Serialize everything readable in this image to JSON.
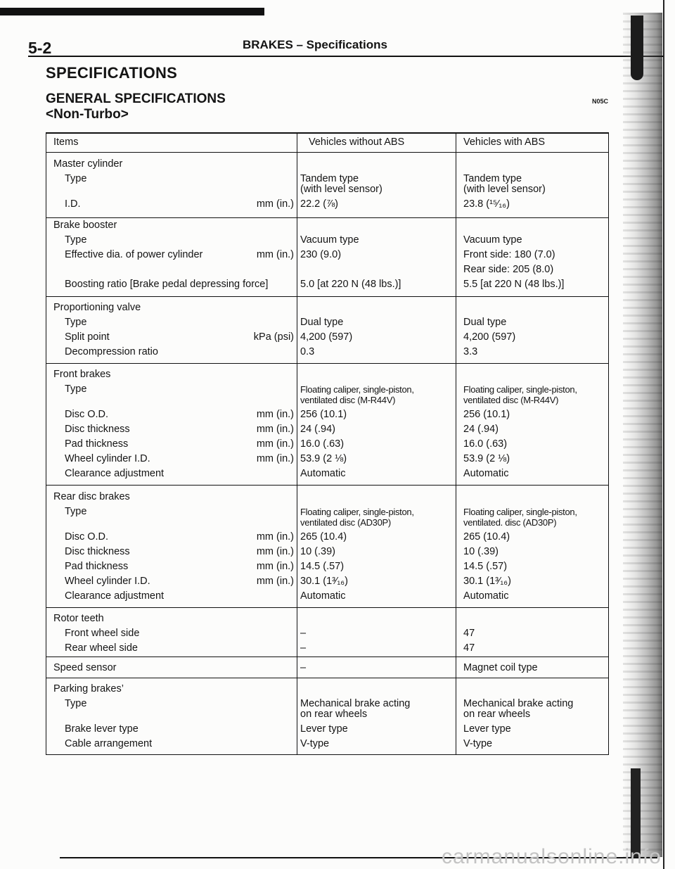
{
  "header": {
    "page_number": "5-2",
    "title": "BRAKES – Specifications"
  },
  "heading": "SPECIFICATIONS",
  "subheading": "GENERAL SPECIFICATIONS",
  "code": "N05C",
  "variant": "<Non-Turbo>",
  "table": {
    "columns": [
      "Items",
      "Vehicles without ABS",
      "Vehicles with ABS"
    ],
    "groups": [
      {
        "title": "Master cylinder",
        "rows": [
          {
            "item": "Type",
            "without_abs": [
              "Tandem type",
              "(with level sensor)"
            ],
            "with_abs": [
              "Tandem type",
              "(with level sensor)"
            ]
          },
          {
            "item": "I.D.",
            "unit": "mm (in.)",
            "without_abs": [
              "22.2 (⅞)"
            ],
            "with_abs": [
              "23.8 (¹⁵⁄₁₆)"
            ]
          }
        ]
      },
      {
        "title": "Brake booster",
        "rows": [
          {
            "item": "Type",
            "without_abs": [
              "Vacuum type"
            ],
            "with_abs": [
              "Vacuum type"
            ]
          },
          {
            "item": "Effective dia. of power cylinder",
            "unit": "mm (in.)",
            "without_abs": [
              "230 (9.0)"
            ],
            "with_abs": [
              "Front side: 180 (7.0)"
            ]
          },
          {
            "with_abs": [
              "Rear side: 205 (8.0)"
            ]
          },
          {
            "item": "Boosting ratio [Brake pedal depressing force]",
            "without_abs": [
              "5.0 [at 220 N (48 lbs.)]"
            ],
            "with_abs": [
              "5.5 [at 220 N (48 lbs.)]"
            ]
          }
        ]
      },
      {
        "title": "Proportioning valve",
        "rows": [
          {
            "item": "Type",
            "without_abs": [
              "Dual type"
            ],
            "with_abs": [
              "Dual type"
            ]
          },
          {
            "item": "Split point",
            "unit": "kPa (psi)",
            "without_abs": [
              "4,200 (597)"
            ],
            "with_abs": [
              "4,200 (597)"
            ]
          },
          {
            "item": "Decompression ratio",
            "without_abs": [
              "0.3"
            ],
            "with_abs": [
              "3.3"
            ]
          }
        ]
      },
      {
        "title": "Front brakes",
        "rows": [
          {
            "item": "Type",
            "without_abs": [
              "Floating caliper, single-piston,",
              "ventilated disc (M-R44V)"
            ],
            "with_abs": [
              "Floating caliper, single-piston,",
              "ventilated disc (M-R44V)"
            ]
          },
          {
            "item": "Disc O.D.",
            "unit": "mm (in.)",
            "without_abs": [
              "256 (10.1)"
            ],
            "with_abs": [
              "256 (10.1)"
            ]
          },
          {
            "item": "Disc thickness",
            "unit": "mm (in.)",
            "without_abs": [
              "24 (.94)"
            ],
            "with_abs": [
              "24 (.94)"
            ]
          },
          {
            "item": "Pad thickness",
            "unit": "mm (in.)",
            "without_abs": [
              "16.0 (.63)"
            ],
            "with_abs": [
              "16.0 (.63)"
            ]
          },
          {
            "item": "Wheel cylinder I.D.",
            "unit": "mm (in.)",
            "without_abs": [
              "53.9 (2 ⅛)"
            ],
            "with_abs": [
              "53.9 (2 ⅛)"
            ]
          },
          {
            "item": "Clearance adjustment",
            "without_abs": [
              "Automatic"
            ],
            "with_abs": [
              "Automatic"
            ]
          }
        ]
      },
      {
        "title": "Rear disc brakes",
        "rows": [
          {
            "item": "Type",
            "without_abs": [
              "Floating caliper, single-piston,",
              "ventilated disc (AD30P)"
            ],
            "with_abs": [
              "Floating caliper, single-piston,",
              "ventilated. disc (AD30P)"
            ]
          },
          {
            "item": "Disc O.D.",
            "unit": "mm (in.)",
            "without_abs": [
              "265 (10.4)"
            ],
            "with_abs": [
              "265 (10.4)"
            ]
          },
          {
            "item": "Disc thickness",
            "unit": "mm (in.)",
            "without_abs": [
              "10 (.39)"
            ],
            "with_abs": [
              "10 (.39)"
            ]
          },
          {
            "item": "Pad thickness",
            "unit": "mm (in.)",
            "without_abs": [
              "14.5 (.57)"
            ],
            "with_abs": [
              "14.5 (.57)"
            ]
          },
          {
            "item": "Wheel cylinder I.D.",
            "unit": "mm (in.)",
            "without_abs": [
              "30.1 (1³⁄₁₆)"
            ],
            "with_abs": [
              "30.1 (1³⁄₁₆)"
            ]
          },
          {
            "item": "Clearance adjustment",
            "without_abs": [
              "Automatic"
            ],
            "with_abs": [
              "Automatic"
            ]
          }
        ]
      },
      {
        "title": "Rotor teeth",
        "rows": [
          {
            "item": "Front wheel side",
            "without_abs": [
              "–"
            ],
            "with_abs": [
              "47"
            ]
          },
          {
            "item": "Rear wheel side",
            "without_abs": [
              "–"
            ],
            "with_abs": [
              "47"
            ]
          }
        ]
      },
      {
        "title": "Speed sensor",
        "without_abs": [
          "–"
        ],
        "with_abs": [
          "Magnet coil type"
        ],
        "rows": []
      },
      {
        "title": "Parking brakes’",
        "rows": [
          {
            "item": "Type",
            "without_abs": [
              "Mechanical brake acting",
              "on rear wheels"
            ],
            "with_abs": [
              "Mechanical brake acting",
              "on rear wheels"
            ]
          },
          {
            "item": "Brake lever type",
            "without_abs": [
              "Lever type"
            ],
            "with_abs": [
              "Lever type"
            ]
          },
          {
            "item": "Cable arrangement",
            "without_abs": [
              "V-type"
            ],
            "with_abs": [
              "V-type"
            ]
          }
        ]
      }
    ]
  },
  "watermark": "carmanualsonline.info"
}
